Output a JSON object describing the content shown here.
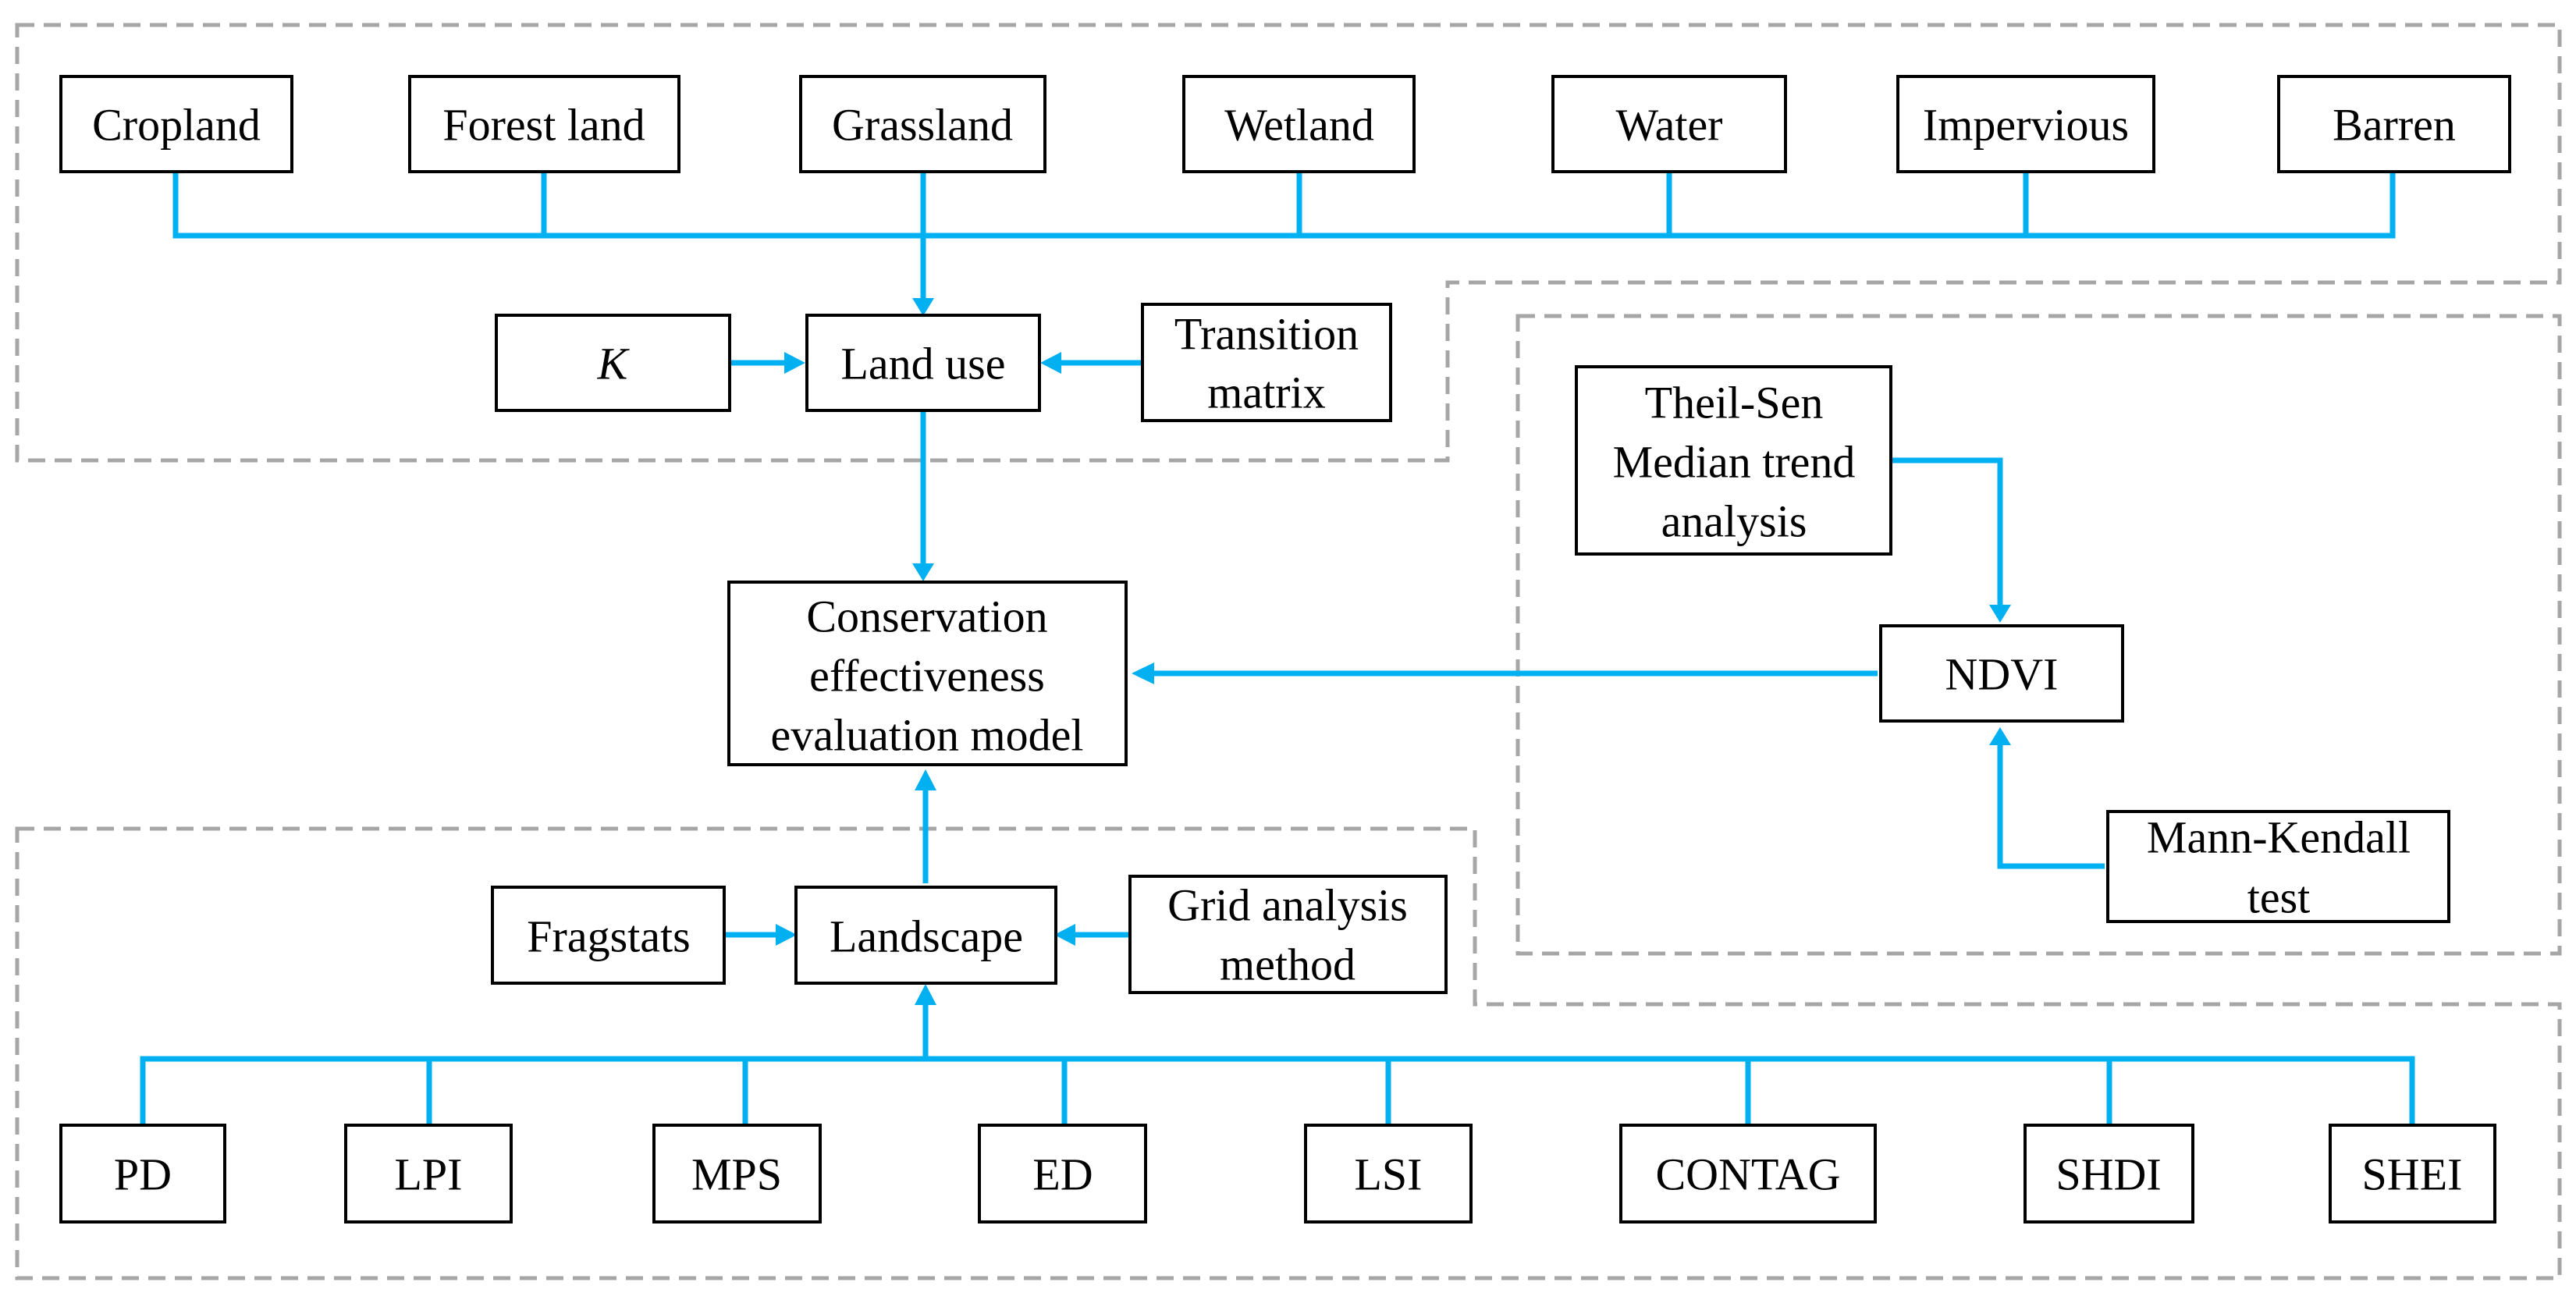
{
  "colors": {
    "connector": "#00b0f0",
    "region_border": "#a6a6a6",
    "box_border": "#000000"
  },
  "land_types": [
    "Cropland",
    "Forest land",
    "Grassland",
    "Wetland",
    "Water",
    "Impervious",
    "Barren"
  ],
  "land_use": {
    "k": "K",
    "center": "Land use",
    "transition": [
      "Transition",
      "matrix"
    ]
  },
  "model": [
    "Conservation",
    "effectiveness",
    "evaluation model"
  ],
  "landscape": {
    "fragstats": "Fragstats",
    "center": "Landscape",
    "grid": [
      "Grid analysis",
      "method"
    ]
  },
  "metrics": [
    "PD",
    "LPI",
    "MPS",
    "ED",
    "LSI",
    "CONTAG",
    "SHDI",
    "SHEI"
  ],
  "ndvi": {
    "theil_sen": [
      "Theil-Sen",
      "Median trend",
      "analysis"
    ],
    "center": "NDVI",
    "mann_kendall": [
      "Mann-Kendall",
      "test"
    ]
  }
}
